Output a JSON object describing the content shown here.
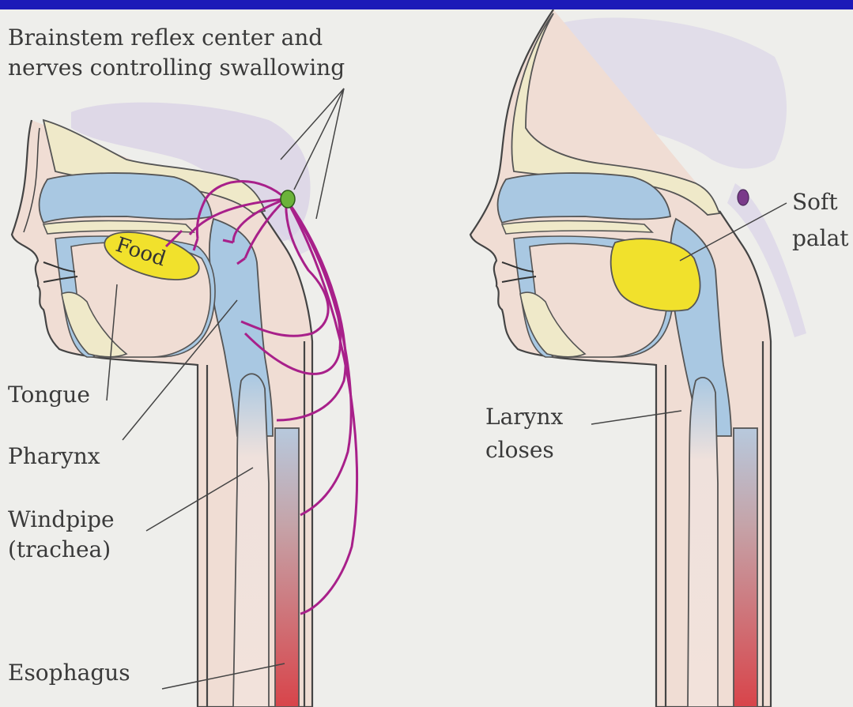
{
  "labels": {
    "brainstem": "Brainstem reflex center and",
    "brainstem_line2": "nerves controlling swallowing",
    "tongue": "Tongue",
    "pharynx": "Pharynx",
    "windpipe": "Windpipe",
    "trachea": "(trachea)",
    "esophagus": "Esophagus",
    "food": "Food",
    "larynx": "Larynx",
    "closes": "closes",
    "soft": "Soft",
    "palate": "palat"
  },
  "colors": {
    "frame": "#1c1ab8",
    "background": "#eeeeeb",
    "bone": "#efe9c9",
    "nasal_cavity": "#a9c8e2",
    "soft_tissue": "#f0ddd4",
    "airway": "#a9c8e2",
    "food": "#f1e12c",
    "nerve": "#a8208a",
    "brain_haze": "#d9d2e6",
    "esophagus_top": "#b7c9dd",
    "esophagus_bottom": "#d8444a",
    "reflex_center_left": "#6bb33a",
    "reflex_center_right": "#7a3a8a"
  }
}
